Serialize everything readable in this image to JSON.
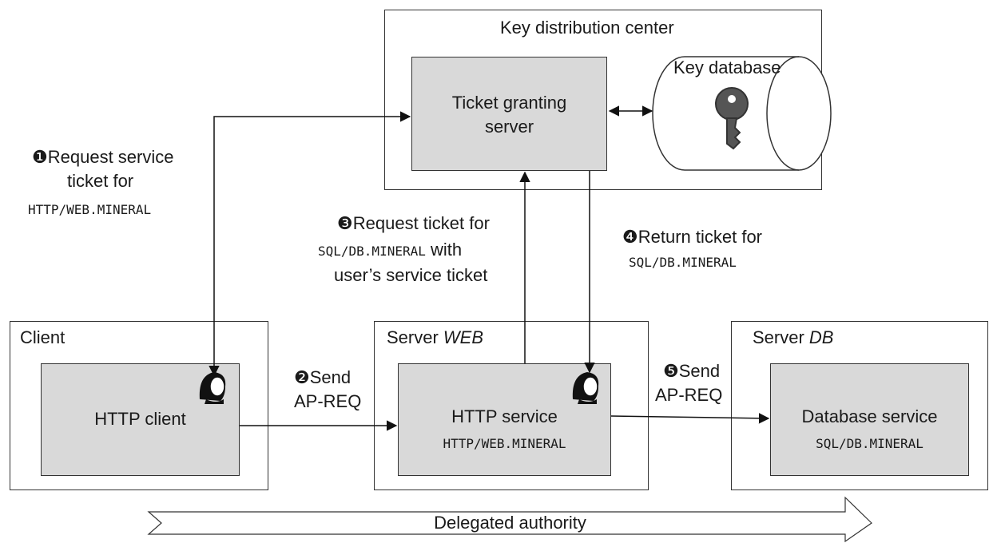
{
  "kdc": {
    "title": "Key distribution center",
    "tgs_line1": "Ticket granting",
    "tgs_line2": "server",
    "db_label": "Key database"
  },
  "client": {
    "title": "Client",
    "service": "HTTP client"
  },
  "web": {
    "title_prefix": "Server ",
    "title_name": "WEB",
    "service": "HTTP service",
    "spn": "HTTP/WEB.MINERAL"
  },
  "db": {
    "title_prefix": "Server ",
    "title_name": "DB",
    "service": "Database service",
    "spn": "SQL/DB.MINERAL"
  },
  "steps": {
    "s1_marker": "❶",
    "s1_line1": "Request service",
    "s1_line2": "ticket for",
    "s1_line3": "HTTP/WEB.MINERAL",
    "s2_marker": "❷",
    "s2_line1": "Send",
    "s2_line2": "AP-REQ",
    "s3_marker": "❸",
    "s3_line1": "Request ticket for",
    "s3_line2a": "SQL/DB.MINERAL",
    "s3_line2b": " with",
    "s3_line3": "user’s service ticket",
    "s4_marker": "❹",
    "s4_line1": "Return ticket for",
    "s4_line2": "SQL/DB.MINERAL",
    "s5_marker": "❺",
    "s5_line1": "Send",
    "s5_line2": "AP-REQ"
  },
  "footer": {
    "delegated": "Delegated authority"
  },
  "icons": [
    "key-icon",
    "user-icon"
  ]
}
